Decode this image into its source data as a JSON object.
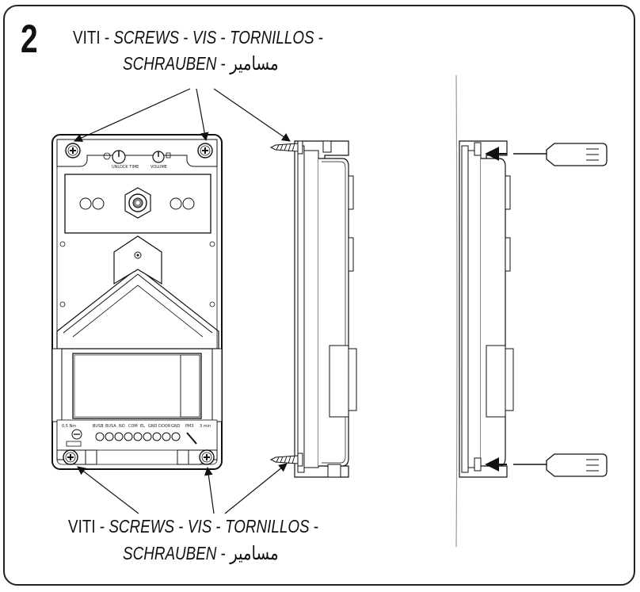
{
  "step_number": "2",
  "caption_top": {
    "line1": [
      "VITI",
      "SCREWS",
      "VIS",
      "TORNILLOS"
    ],
    "line2": [
      "SCHRAUBEN",
      "مسامير"
    ]
  },
  "caption_bottom": {
    "line1": [
      "VITI",
      "SCREWS",
      "VIS",
      "TORNILLOS"
    ],
    "line2": [
      "SCHRAUBEN",
      "مسامير"
    ]
  },
  "device_labels": {
    "unlock_time": "UNLOCK TIME",
    "volume": "VOLUME",
    "terminals": [
      "BUSB",
      "BUSA",
      "NO",
      "COM",
      "EL",
      "GND",
      "DOOR",
      "GND",
      "PM3"
    ],
    "torque": "0,5 Nm",
    "min_label": "3 min"
  }
}
